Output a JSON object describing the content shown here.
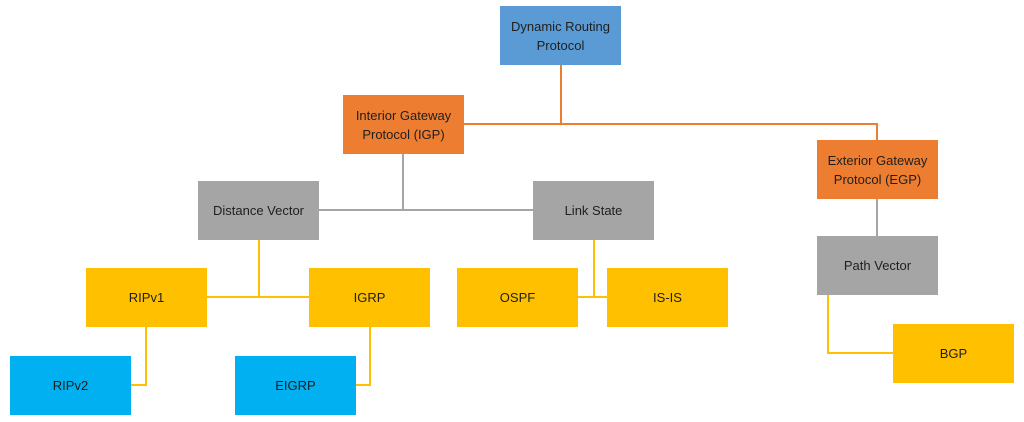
{
  "colors": {
    "root": "#5b9bd5",
    "gateway": "#ed7d31",
    "category": "#a5a5a5",
    "protocol": "#ffc000",
    "derived_protocol": "#00b0f0",
    "line_orange": "#ed7d31",
    "line_grey": "#a5a5a5",
    "line_yellow": "#ffc000"
  },
  "nodes": {
    "root": "Dynamic Routing\nProtocol",
    "igp": "Interior Gateway\nProtocol (IGP)",
    "egp": "Exterior Gateway\nProtocol (EGP)",
    "distance_vector": "Distance Vector",
    "link_state": "Link State",
    "path_vector": "Path Vector",
    "ripv1": "RIPv1",
    "igrp": "IGRP",
    "ospf": "OSPF",
    "isis": "IS-IS",
    "bgp": "BGP",
    "ripv2": "RIPv2",
    "eigrp": "EIGRP"
  }
}
